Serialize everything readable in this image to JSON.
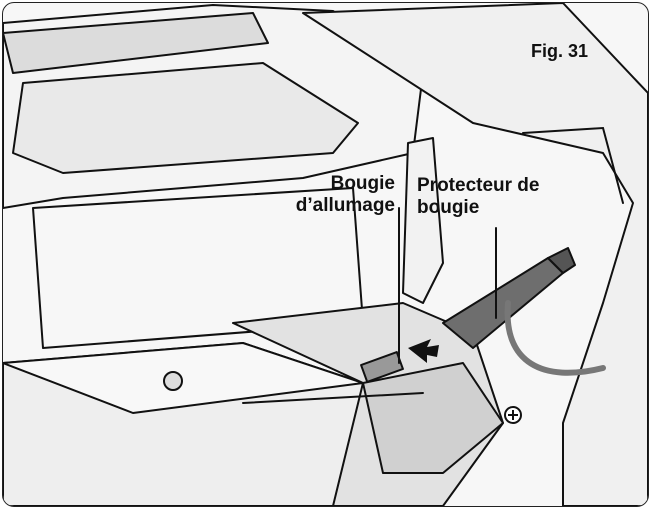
{
  "figure": {
    "number": "Fig. 31"
  },
  "callouts": [
    {
      "id": "spark-plug",
      "line1": "Bougie",
      "line2": "d’allumage"
    },
    {
      "id": "plug-cap",
      "line1": "Protecteur de",
      "line2": "bougie"
    }
  ],
  "colors": {
    "line": "#111111",
    "panel": "#f4f4f4",
    "shadow": "#bdbdbd",
    "dark": "#555555",
    "cap": "#6e6e6e"
  }
}
